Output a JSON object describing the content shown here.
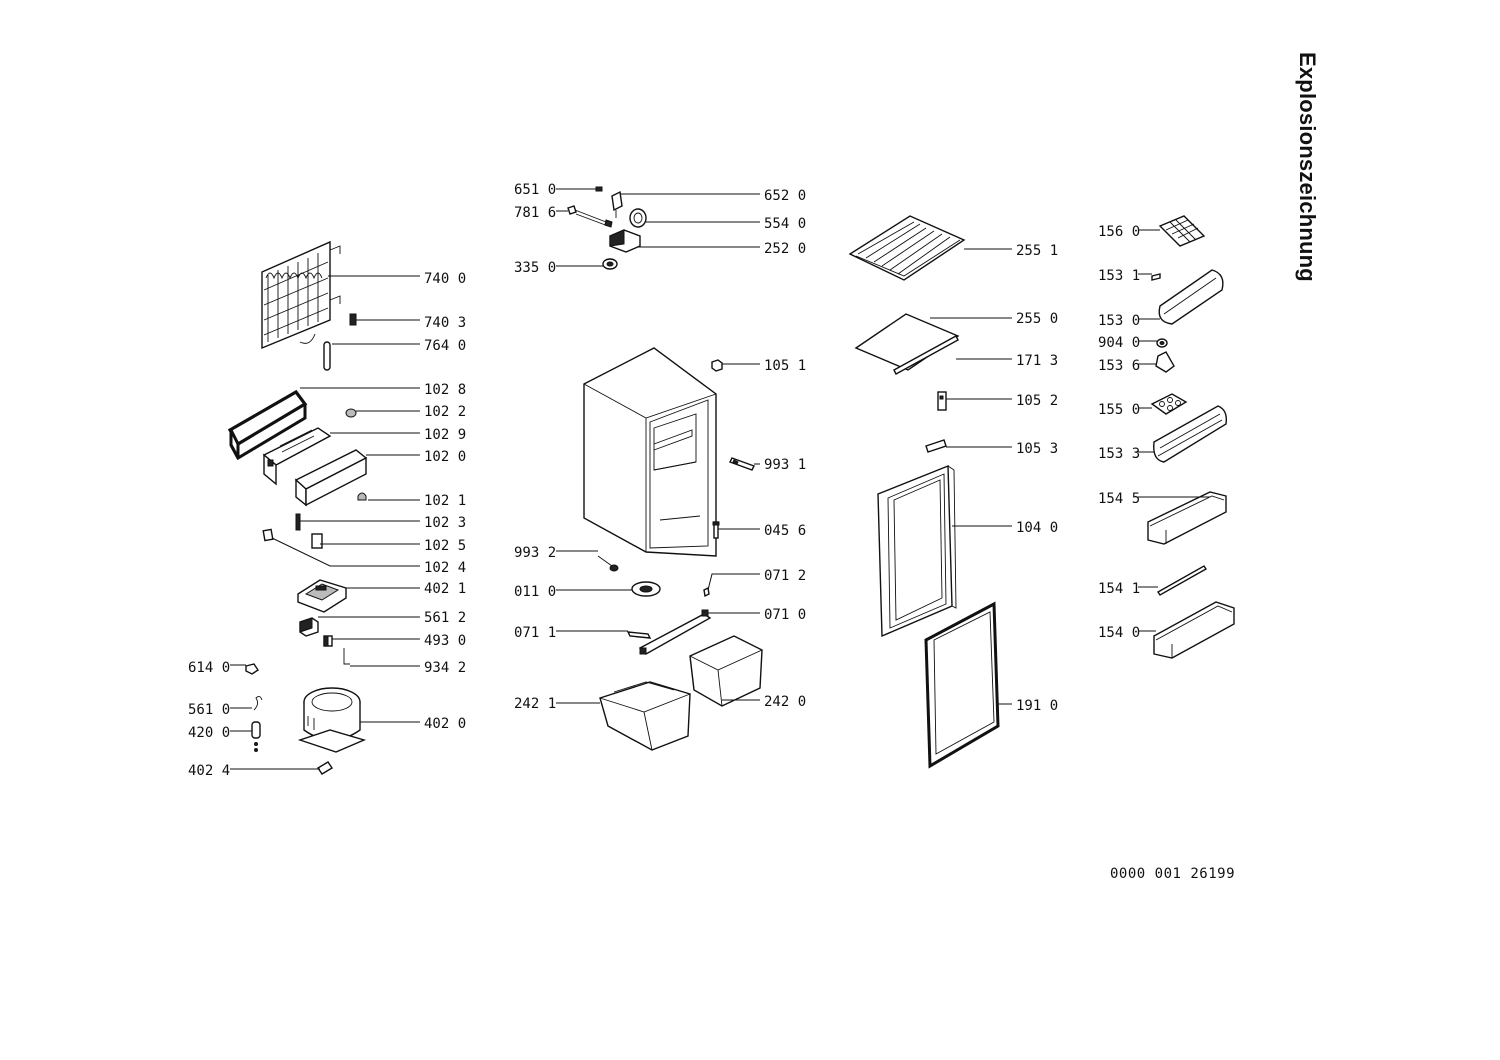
{
  "sheet": {
    "title": "Explosionszeichnung",
    "doc_number": "0000 001 26199"
  },
  "callouts": [
    {
      "id": "c7400",
      "label": "740 0"
    },
    {
      "id": "c7403",
      "label": "740 3"
    },
    {
      "id": "c7640",
      "label": "764 0"
    },
    {
      "id": "c1028",
      "label": "102 8"
    },
    {
      "id": "c1022",
      "label": "102 2"
    },
    {
      "id": "c1029",
      "label": "102 9"
    },
    {
      "id": "c1020",
      "label": "102 0"
    },
    {
      "id": "c1021",
      "label": "102 1"
    },
    {
      "id": "c1023",
      "label": "102 3"
    },
    {
      "id": "c1025",
      "label": "102 5"
    },
    {
      "id": "c1024",
      "label": "102 4"
    },
    {
      "id": "c4021",
      "label": "402 1"
    },
    {
      "id": "c5612",
      "label": "561 2"
    },
    {
      "id": "c4930",
      "label": "493 0"
    },
    {
      "id": "c9342",
      "label": "934 2"
    },
    {
      "id": "c6140",
      "label": "614 0"
    },
    {
      "id": "c5610",
      "label": "561 0"
    },
    {
      "id": "c4200",
      "label": "420 0"
    },
    {
      "id": "c4020",
      "label": "402 0"
    },
    {
      "id": "c4024",
      "label": "402 4"
    },
    {
      "id": "c6510",
      "label": "651 0"
    },
    {
      "id": "c7816",
      "label": "781 6"
    },
    {
      "id": "c3350",
      "label": "335 0"
    },
    {
      "id": "c6520",
      "label": "652 0"
    },
    {
      "id": "c5540",
      "label": "554 0"
    },
    {
      "id": "c2520",
      "label": "252 0"
    },
    {
      "id": "c1051",
      "label": "105 1"
    },
    {
      "id": "c9931",
      "label": "993 1"
    },
    {
      "id": "c0456",
      "label": "045 6"
    },
    {
      "id": "c9932",
      "label": "993 2"
    },
    {
      "id": "c0110",
      "label": "011 0"
    },
    {
      "id": "c0712",
      "label": "071 2"
    },
    {
      "id": "c0710",
      "label": "071 0"
    },
    {
      "id": "c0711",
      "label": "071 1"
    },
    {
      "id": "c2421",
      "label": "242 1"
    },
    {
      "id": "c2420",
      "label": "242 0"
    },
    {
      "id": "c2551",
      "label": "255 1"
    },
    {
      "id": "c2550",
      "label": "255 0"
    },
    {
      "id": "c1713",
      "label": "171 3"
    },
    {
      "id": "c1052",
      "label": "105 2"
    },
    {
      "id": "c1053",
      "label": "105 3"
    },
    {
      "id": "c1040",
      "label": "104 0"
    },
    {
      "id": "c1910",
      "label": "191 0"
    },
    {
      "id": "c1560",
      "label": "156 0"
    },
    {
      "id": "c1531",
      "label": "153 1"
    },
    {
      "id": "c1530",
      "label": "153 0"
    },
    {
      "id": "c9040",
      "label": "904 0"
    },
    {
      "id": "c1536",
      "label": "153 6"
    },
    {
      "id": "c1550",
      "label": "155 0"
    },
    {
      "id": "c1533",
      "label": "153 3"
    },
    {
      "id": "c1545",
      "label": "154 5"
    },
    {
      "id": "c1541",
      "label": "154 1"
    },
    {
      "id": "c1540",
      "label": "154 0"
    }
  ]
}
